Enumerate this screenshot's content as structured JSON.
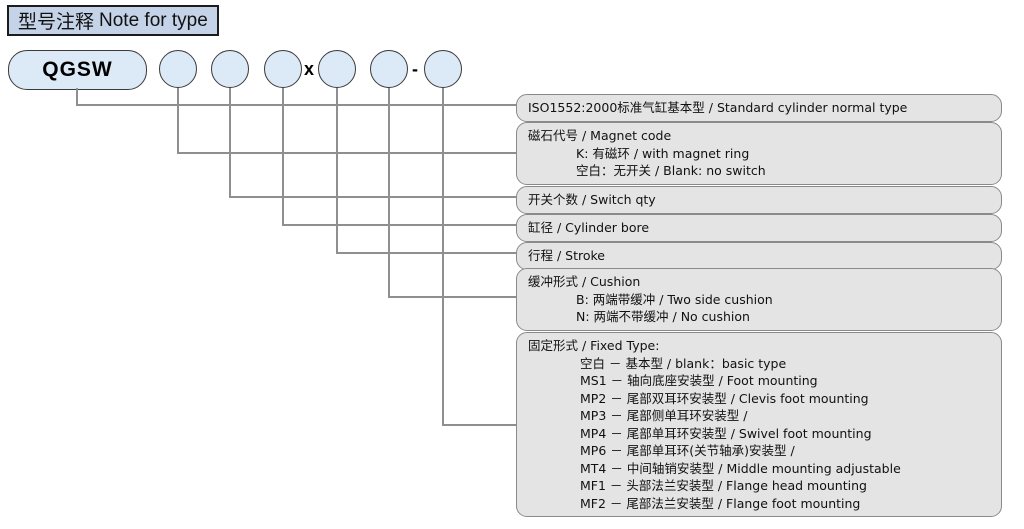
{
  "title": {
    "cn": "型号注释",
    "en": "Note for type"
  },
  "model": {
    "prefix": "QGSW",
    "circles": [
      "",
      "",
      "",
      "",
      "",
      ""
    ],
    "separator_multiply": "x",
    "separator_dash": "-"
  },
  "descriptions": [
    {
      "id": "standard-type",
      "lines": [
        {
          "text": "ISO1552:2000标准气缸基本型 / Standard cylinder normal type",
          "indent": 0
        }
      ]
    },
    {
      "id": "magnet-code",
      "lines": [
        {
          "text": "磁石代号 / Magnet code",
          "indent": 0
        },
        {
          "text": "K: 有磁环 / with magnet ring",
          "indent": 1
        },
        {
          "text": "空白：无开关 / Blank: no switch",
          "indent": 1
        }
      ]
    },
    {
      "id": "switch-qty",
      "lines": [
        {
          "text": "开关个数 / Switch qty",
          "indent": 0
        }
      ]
    },
    {
      "id": "cylinder-bore",
      "lines": [
        {
          "text": "缸径 / Cylinder bore",
          "indent": 0
        }
      ]
    },
    {
      "id": "stroke",
      "lines": [
        {
          "text": "行程 / Stroke",
          "indent": 0
        }
      ]
    },
    {
      "id": "cushion",
      "lines": [
        {
          "text": "缓冲形式 / Cushion",
          "indent": 0
        },
        {
          "text": "B: 两端带缓冲 / Two side cushion",
          "indent": 1
        },
        {
          "text": "N: 两端不带缓冲 / No cushion",
          "indent": 1
        }
      ]
    },
    {
      "id": "fixed-type",
      "lines": [
        {
          "text": "固定形式 / Fixed Type:",
          "indent": 0
        },
        {
          "text": "空白 － 基本型 / blank：basic type",
          "indent": 2
        },
        {
          "text": "MS1 － 轴向底座安装型 / Foot mounting",
          "indent": 2
        },
        {
          "text": "MP2 － 尾部双耳环安装型 / Clevis foot mounting",
          "indent": 2
        },
        {
          "text": "MP3 － 尾部侧单耳环安装型 /",
          "indent": 2
        },
        {
          "text": "MP4 － 尾部单耳环安装型 / Swivel foot mounting",
          "indent": 2
        },
        {
          "text": "MP6 － 尾部单耳环(关节轴承)安装型 /",
          "indent": 2
        },
        {
          "text": "MT4 － 中间轴销安装型 / Middle mounting adjustable",
          "indent": 2
        },
        {
          "text": "MF1 － 头部法兰安装型 / Flange head mounting",
          "indent": 2
        },
        {
          "text": "MF2 － 尾部法兰安装型 / Flange foot mounting",
          "indent": 2
        }
      ]
    }
  ],
  "colors": {
    "title_fill": "#c5d3e8",
    "title_border": "#1c1c1c",
    "node_fill": "#dce9f7",
    "node_border": "#3a3a3a",
    "box_fill": "#e4e4e4",
    "box_border": "#8a8a8a",
    "connector": "#8f8f8f"
  }
}
